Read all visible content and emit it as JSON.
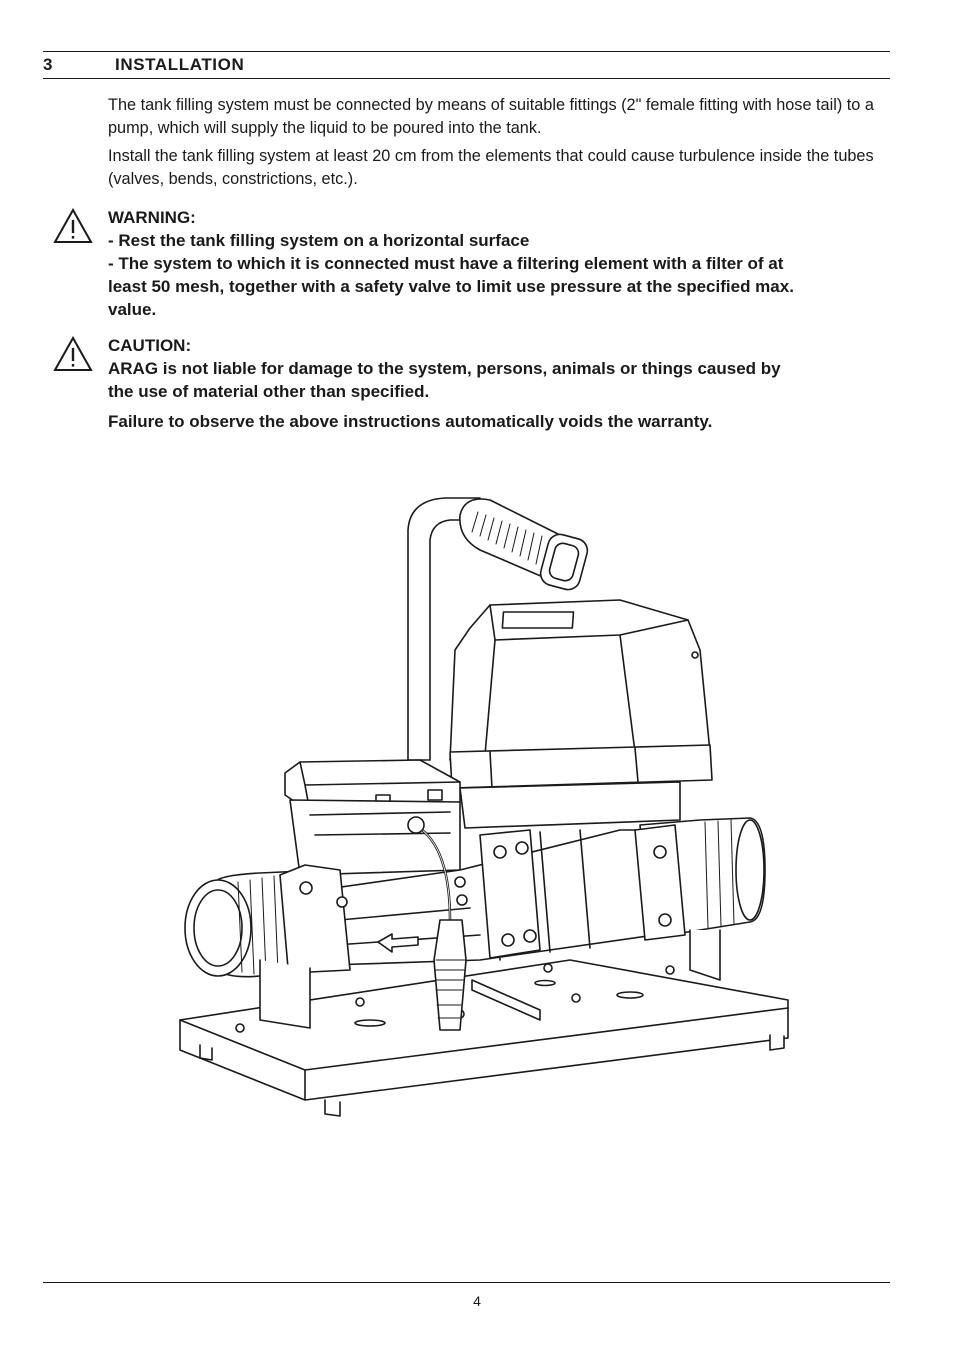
{
  "section": {
    "number": "3",
    "title": "INSTALLATION"
  },
  "intro": {
    "p1": "The tank filling system must be connected by means of suitable fittings (2\" female fitting with hose tail) to a pump, which will supply the liquid to be poured into the tank.",
    "p2": "Install the tank filling system at least 20 cm from the elements that could cause turbulence inside the tubes (valves, bends, constrictions, etc.)."
  },
  "warning": {
    "title": "WARNING:",
    "line1": "- Rest the tank filling system on a horizontal surface",
    "line2a": "- The system to which it is connected must have a filtering element with a filter of at",
    "line2b": "least 50 mesh, together with a safety valve to limit use pressure at the specified max.",
    "line2c": "value."
  },
  "caution": {
    "title": "CAUTION:",
    "line1a": "ARAG is not liable for damage to the system, persons, animals or things caused by",
    "line1b": "the use of material other than specified.",
    "line2": "Failure to observe the above instructions automatically voids the warranty."
  },
  "icons": {
    "warning_icon": "warning-triangle-icon",
    "caution_icon": "warning-triangle-icon"
  },
  "footer": {
    "page_number": "4"
  }
}
